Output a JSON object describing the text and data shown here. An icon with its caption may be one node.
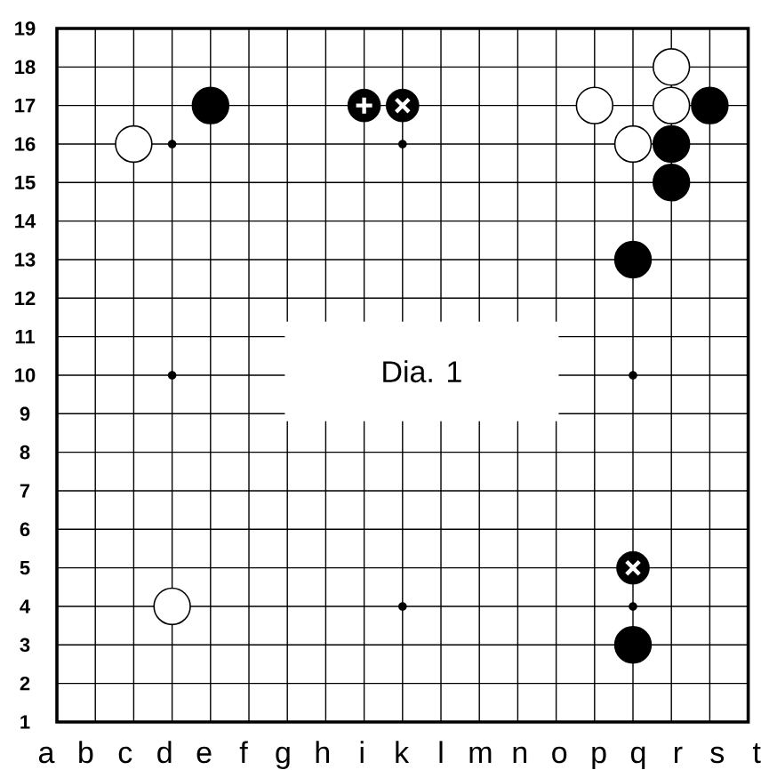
{
  "diagram": {
    "title": "Dia. 1",
    "labels": [
      "19",
      "18",
      "17",
      "16",
      "15",
      "14",
      "13",
      "12",
      "11",
      "10",
      "9",
      "8",
      "7",
      "6",
      "5",
      "4",
      "3",
      "2",
      "1",
      "a",
      "b",
      "c",
      "d",
      "e",
      "f",
      "g",
      "h",
      "i",
      "k",
      "l",
      "m",
      "n",
      "o",
      "p",
      "q",
      "r",
      "s",
      "t"
    ]
  }
}
